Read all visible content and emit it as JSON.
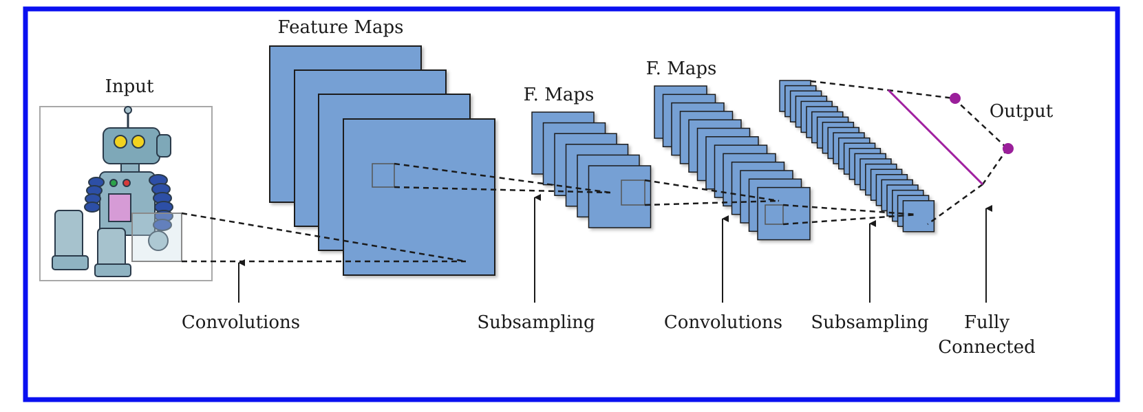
{
  "labels": {
    "input": "Input",
    "feature_maps": "Feature Maps",
    "f_maps_1": "F. Maps",
    "f_maps_2": "F. Maps",
    "output": "Output",
    "convolutions_1": "Convolutions",
    "subsampling_1": "Subsampling",
    "convolutions_2": "Convolutions",
    "subsampling_2": "Subsampling",
    "fully_connected_line1": "Fully",
    "fully_connected_line2": "Connected"
  },
  "colors": {
    "border": "#0a10f0",
    "map_fill": "#76a0d4",
    "map_stroke": "#1a1a1a",
    "fc_line": "#a020a0",
    "output_node": "#9a1f9a"
  },
  "icons": [
    "robot-icon"
  ]
}
